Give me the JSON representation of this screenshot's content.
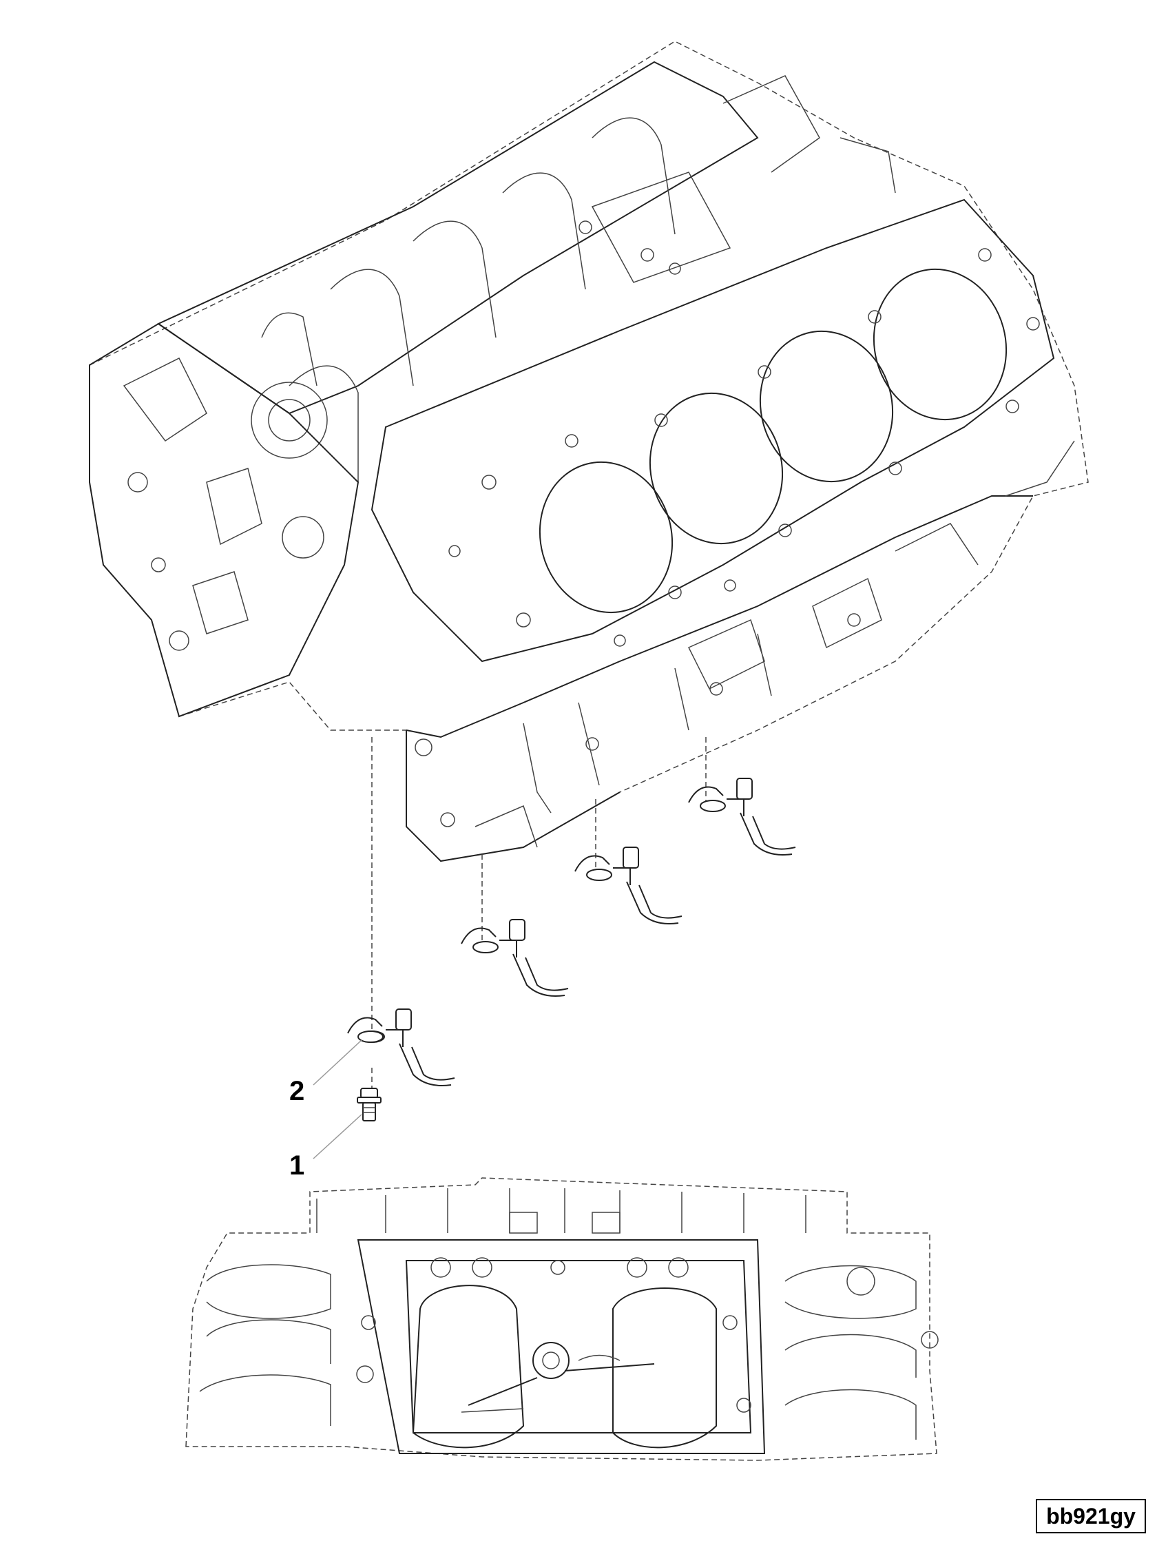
{
  "callouts": [
    {
      "number": "2",
      "part": "piston-cooling-jet-seal-washer"
    },
    {
      "number": "1",
      "part": "piston-cooling-jet-bolt"
    }
  ],
  "figure_code": "bb921gy",
  "icons": [
    "engine-block-illustration",
    "oil-jet-illustration",
    "bolt-illustration",
    "washer-illustration",
    "engine-block-bottom-view-illustration"
  ]
}
